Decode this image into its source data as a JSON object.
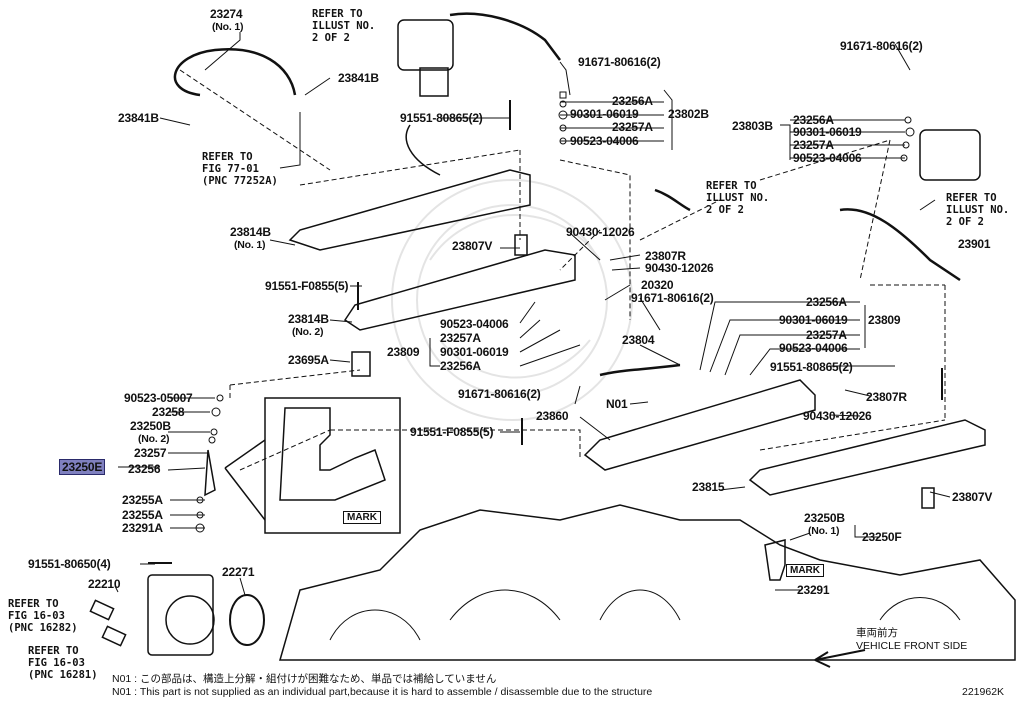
{
  "parts": {
    "p23274": "23274",
    "p23274_q": "(No. 1)",
    "p23841B": "23841B",
    "p91551_80865": "91551-80865(2)",
    "p91671_80616": "91671-80616(2)",
    "p23256A": "23256A",
    "p90301_06019": "90301-06019",
    "p23802B": "23802B",
    "p23257A": "23257A",
    "p90523_04006": "90523-04006",
    "p23803B": "23803B",
    "p23901": "23901",
    "p23814B": "23814B",
    "no1": "(No. 1)",
    "no2": "(No. 2)",
    "p23807V": "23807V",
    "p90430_12026": "90430-12026",
    "p23807R": "23807R",
    "p20320": "20320",
    "p91551_F0855": "91551-F0855(5)",
    "p23809": "23809",
    "p23695A": "23695A",
    "p23804": "23804",
    "pN01": "N01",
    "p23860": "23860",
    "p23815": "23815",
    "p90523_05007": "90523-05007",
    "p23258": "23258",
    "p23250B": "23250B",
    "p23257": "23257",
    "p23250E": "23250E",
    "p23256": "23256",
    "p23255A": "23255A",
    "p23291A": "23291A",
    "mark": "MARK",
    "p23250F": "23250F",
    "p23291": "23291",
    "p91551_80650": "91551-80650(4)",
    "p22210": "22210",
    "p22271": "22271"
  },
  "refs": {
    "r1": "REFER TO\nILLUST NO.\n2 OF 2",
    "r2": "REFER TO\nFIG 77-01\n(PNC 77252A)",
    "r3": "REFER TO\nILLUST NO.\n2 OF 2",
    "r4": "REFER TO\nFIG 16-03\n(PNC 16282)",
    "r5": "REFER TO\nFIG 16-03\n(PNC 16281)"
  },
  "notes": {
    "front_jp": "車両前方",
    "front_en": "VEHICLE FRONT SIDE",
    "n01_jp": "N01 : この部品は、構造上分解・組付けが困難なため、単品では補給していません",
    "n01_en": "N01 : This part is not supplied as an individual part,because it is hard to assemble / disassemble due to the structure",
    "illus_no": "221962K"
  }
}
